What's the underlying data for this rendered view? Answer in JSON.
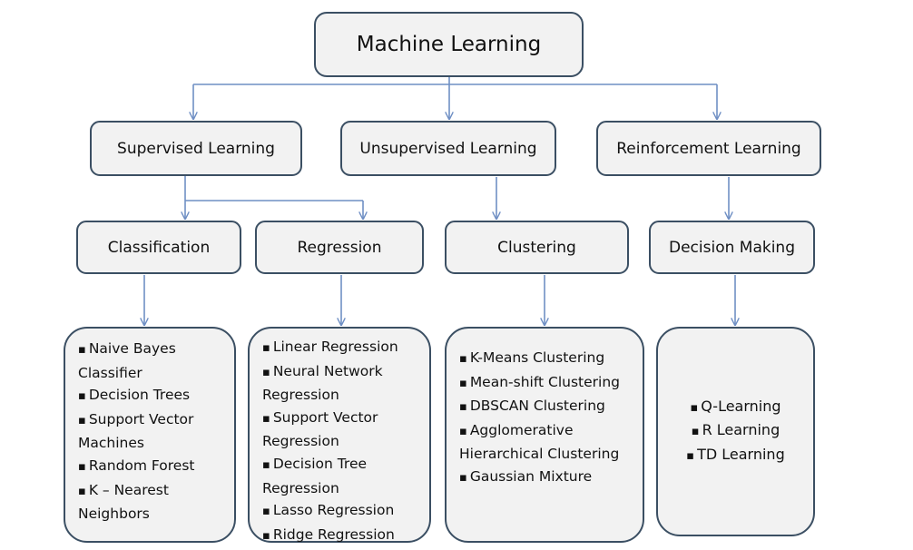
{
  "diagram": {
    "root": "Machine Learning",
    "types": [
      {
        "label": "Supervised Learning"
      },
      {
        "label": "Unsupervised Learning"
      },
      {
        "label": "Reinforcement Learning"
      }
    ],
    "tasks": [
      {
        "label": "Classification",
        "items": [
          "Naive Bayes Classifier",
          "Decision Trees",
          "Support Vector Machines",
          "Random Forest",
          "K – Nearest Neighbors"
        ]
      },
      {
        "label": "Regression",
        "items": [
          "Linear Regression",
          "Neural Network Regression",
          "Support Vector Regression",
          "Decision Tree Regression",
          "Lasso Regression",
          "Ridge Regression"
        ]
      },
      {
        "label": "Clustering",
        "items": [
          "K-Means Clustering",
          "Mean-shift Clustering",
          "DBSCAN Clustering",
          "Agglomerative Hierarchical Clustering",
          "Gaussian Mixture"
        ]
      },
      {
        "label": "Decision Making",
        "items": [
          "Q-Learning",
          "R Learning",
          "TD Learning"
        ]
      }
    ],
    "colors": {
      "box_fill": "#f2f2f2",
      "box_border": "#3b4f63",
      "connector": "#6f8fc4"
    }
  }
}
